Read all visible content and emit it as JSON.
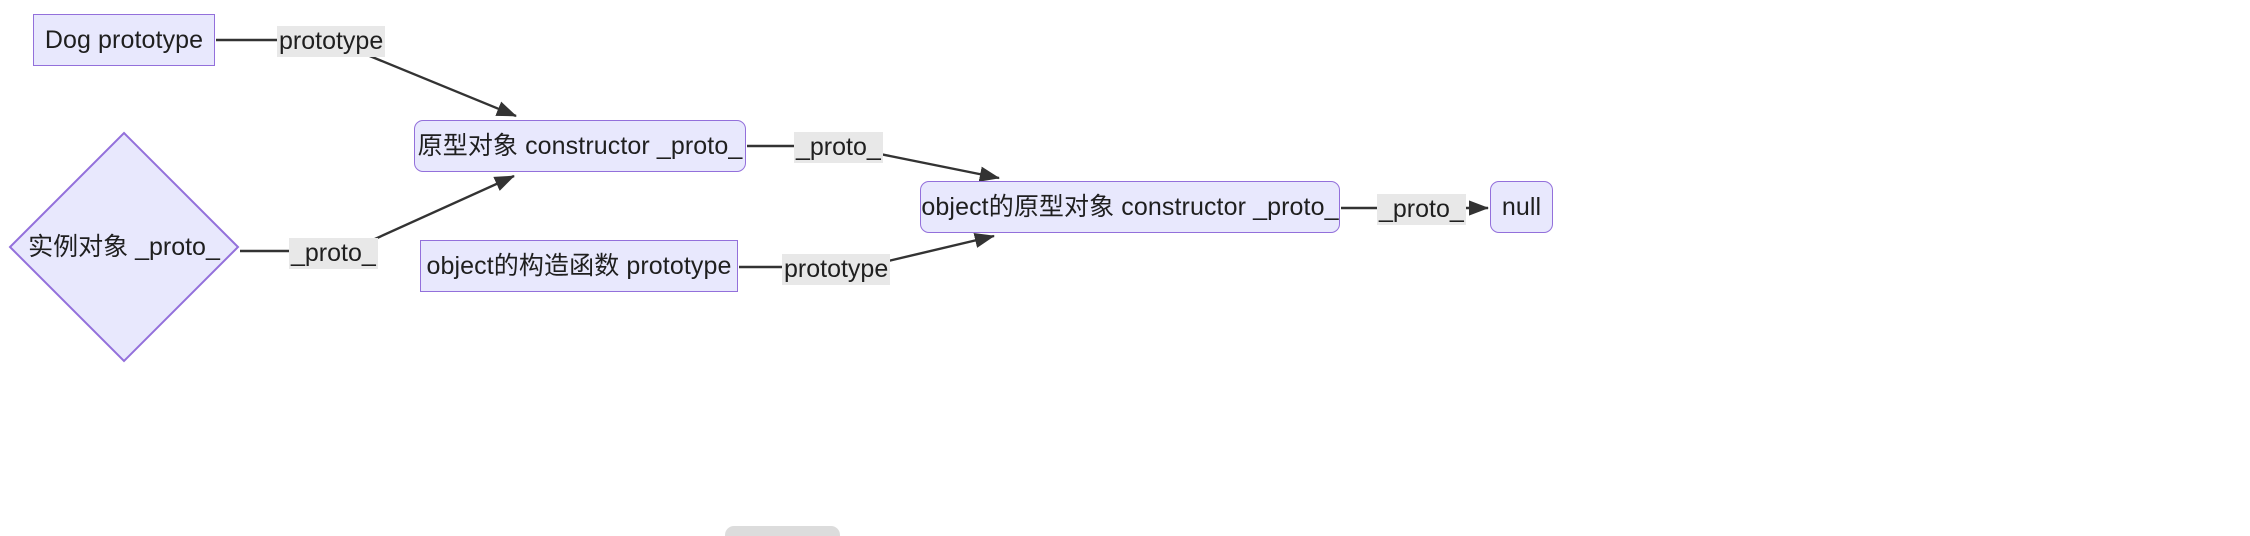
{
  "diagram": {
    "type": "flowchart",
    "background": "#ffffff",
    "node_fill": "#e8e8fd",
    "node_stroke": "#9370db",
    "edge_color": "#333333",
    "edge_label_bg": "#e8e8e8",
    "nodes": [
      {
        "id": "dog-prototype",
        "label": "Dog prototype",
        "shape": "rect"
      },
      {
        "id": "instance-object",
        "label": "实例对象 _proto_",
        "shape": "diamond"
      },
      {
        "id": "proto-object",
        "label": "原型对象 constructor _proto_",
        "shape": "rounded-rect"
      },
      {
        "id": "object-constructor",
        "label": "object的构造函数 prototype",
        "shape": "rect"
      },
      {
        "id": "object-proto-object",
        "label": "object的原型对象 constructor _proto_",
        "shape": "rounded-rect"
      },
      {
        "id": "null-node",
        "label": "null",
        "shape": "rounded-rect"
      }
    ],
    "edges": [
      {
        "from": "dog-prototype",
        "to": "proto-object",
        "label": "prototype",
        "arrow": true
      },
      {
        "from": "instance-object",
        "to": "proto-object",
        "label": "_proto_",
        "arrow": true
      },
      {
        "from": "proto-object",
        "to": "object-proto-object",
        "label": "_proto_",
        "arrow": true
      },
      {
        "from": "object-constructor",
        "to": "object-proto-object",
        "label": "prototype",
        "arrow": true
      },
      {
        "from": "object-proto-object",
        "to": "null-node",
        "label": "_proto_",
        "arrow": true
      }
    ]
  }
}
